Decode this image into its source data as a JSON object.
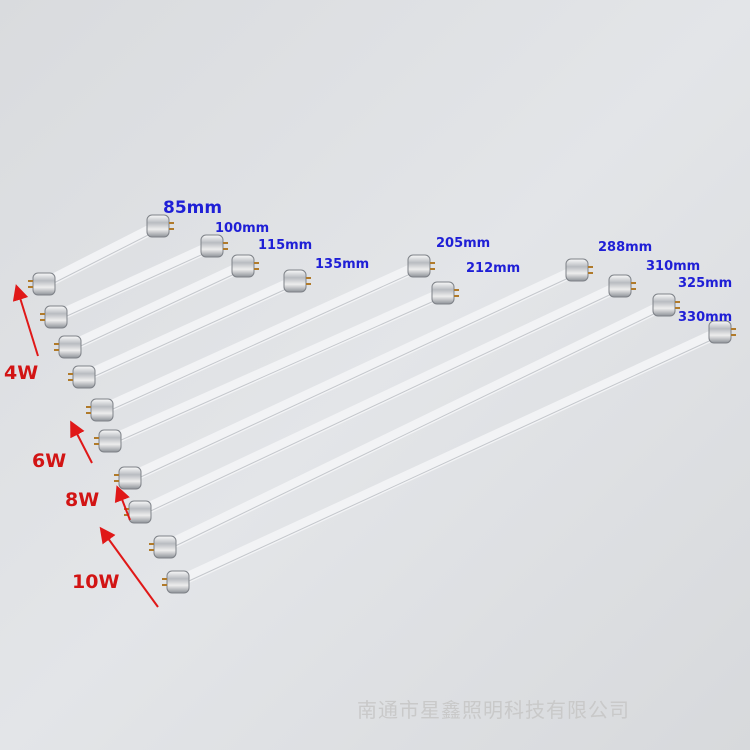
{
  "lamp_lengths": [
    "85mm",
    "100mm",
    "115mm",
    "135mm",
    "205mm",
    "212mm",
    "288mm",
    "310mm",
    "325mm",
    "330mm"
  ],
  "wattage_labels": [
    "4W",
    "6W",
    "8W",
    "10W"
  ],
  "watermark": "南通市星鑫照明科技有限公司",
  "colors": {
    "length_label": "#1f1fd6",
    "wattage_label": "#d21414",
    "arrow": "#e01818",
    "tube": "#f2f3f5",
    "background": "#dfe1e4"
  }
}
